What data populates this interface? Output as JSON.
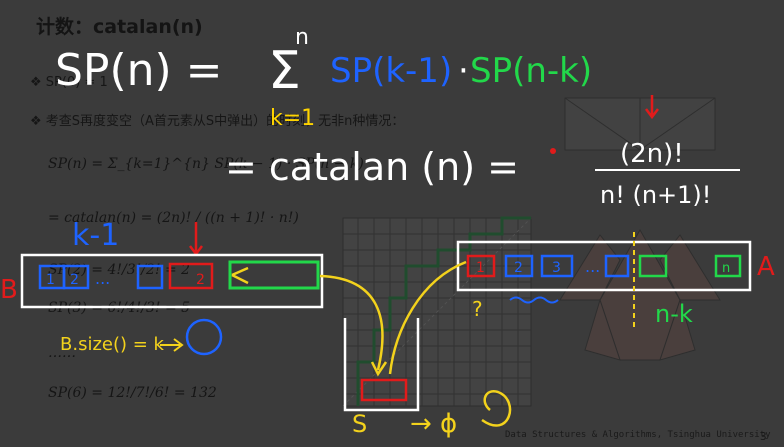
{
  "slide": {
    "title": "计数：catalan(n)",
    "line1": "❖ SP(0) = 1",
    "line2": "❖ 考查S再度变空（A首元素从S中弹出）的时刻，无非n种情况：",
    "formula_sum": "SP(n) = Σ_{k=1}^{n} SP(k − 1) · SP(n − k)",
    "formula_catalan": "= catalan(n) = (2n)! / ((n + 1)! · n!)",
    "formula_sp2": "SP(2) = 4!/3!/2! = 2",
    "formula_sp3": "SP(3) = 6!/4!/3! = 5",
    "formula_dots": "……",
    "formula_sp6": "SP(6) = 12!/7!/6! = 132",
    "footer_right": "Data Structures & Algorithms, Tsinghua University",
    "page_number": "3"
  },
  "handwriting": {
    "sum_upper": "n",
    "sum_lower": "k=1",
    "eq_left": "SP(n) =",
    "sum_term_blue": "SP(k-1)",
    "dot": "·",
    "sum_term_green": "SP(n-k)",
    "eq_catalan": "= catalan (n) =",
    "frac_num": "(2n)!",
    "frac_den": "n! (n+1)!",
    "label_k1": "k-1",
    "label_B": "B",
    "label_A": "A",
    "b_seq": [
      "1",
      "2",
      "...",
      "",
      "",
      "2"
    ],
    "a_seq": [
      "1",
      "2",
      "3",
      "...",
      "",
      "",
      "n"
    ],
    "q_mark": "?",
    "size_label": "B.size() = k",
    "label_nk": "n-k",
    "label_S": "S",
    "arrow_phi": "→ ϕ",
    "colors": {
      "white": "#ffffff",
      "blue": "#1e63ff",
      "green": "#22d84a",
      "red": "#e11b1b",
      "yellow": "#f3d21c"
    }
  }
}
